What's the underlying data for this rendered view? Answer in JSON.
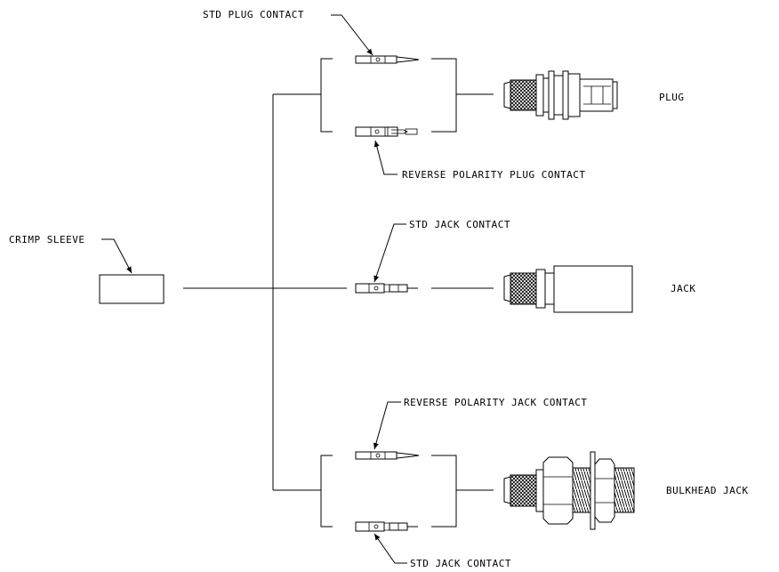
{
  "labels": {
    "std_plug_contact": "STD PLUG CONTACT",
    "reverse_polarity_plug_contact": "REVERSE POLARITY PLUG CONTACT",
    "plug": "PLUG",
    "std_jack_contact_middle": "STD JACK CONTACT",
    "crimp_sleeve": "CRIMP SLEEVE",
    "jack": "JACK",
    "reverse_polarity_jack_contact": "REVERSE POLARITY JACK CONTACT",
    "bulkhead_jack": "BULKHEAD JACK",
    "std_jack_contact_bottom": "STD JACK CONTACT"
  }
}
